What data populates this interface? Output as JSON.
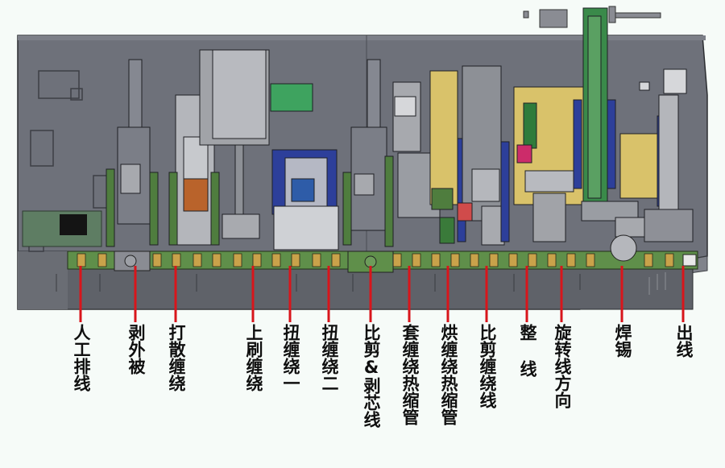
{
  "stations": [
    {
      "label": "人工排线"
    },
    {
      "label": "剥外被"
    },
    {
      "label": "打散缠绕"
    },
    {
      "label": "上刷缠绕"
    },
    {
      "label": "扭缠绕一"
    },
    {
      "label": "扭缠绕二"
    },
    {
      "label": "比剪&剥芯线"
    },
    {
      "label": "套缠绕热缩管"
    },
    {
      "label": "烘缠绕热缩管"
    },
    {
      "label": "比剪缠绕线"
    },
    {
      "label": "整 线"
    },
    {
      "label": "旋转线方向"
    },
    {
      "label": "焊锡"
    },
    {
      "label": "出线"
    }
  ],
  "colors": {
    "background": "#f6fbf8",
    "machine_plate": "#6e717a",
    "plate_shadow": "#54575e",
    "conveyor": "#5f8f4a",
    "yellow_module": "#d9c26a",
    "blue_module": "#2d3f9a",
    "green_motor": "#3ea35f",
    "pointer_line": "#d8151b",
    "label_text": "#0f0f0f"
  },
  "icons": [
    "pointer-line",
    "machine-diagram"
  ]
}
